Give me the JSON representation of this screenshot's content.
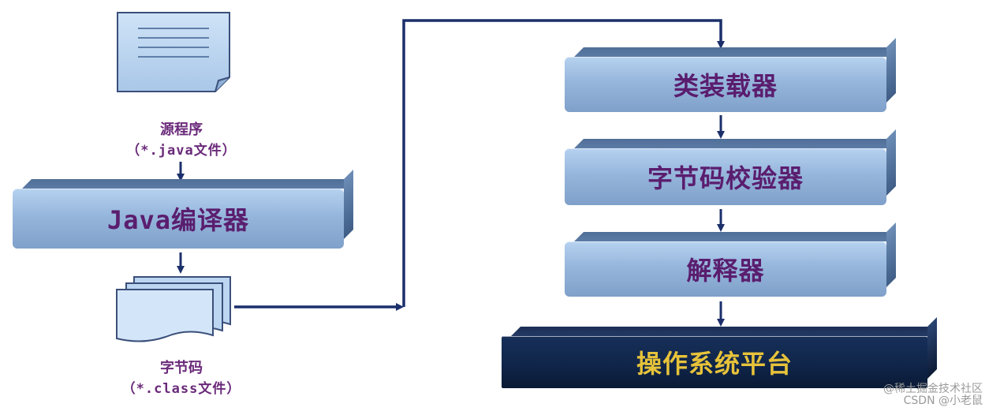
{
  "source_label": "源程序",
  "source_ext": "（*.java文件）",
  "compiler_label": "Java编译器",
  "bytecode_label": "字节码",
  "bytecode_ext": "（*.class文件）",
  "loader_label": "类装载器",
  "verifier_label": "字节码校验器",
  "interpreter_label": "解释器",
  "os_label": "操作系统平台",
  "watermark_line1": "@稀土掘金技术社区",
  "watermark_line2": "CSDN @小老鼠",
  "colors": {
    "box_face": "#96b6dc",
    "label_purple": "#5a1d6e",
    "os_box": "#0f2447",
    "os_text": "#e7c33a",
    "connector": "#1b2f6b"
  }
}
